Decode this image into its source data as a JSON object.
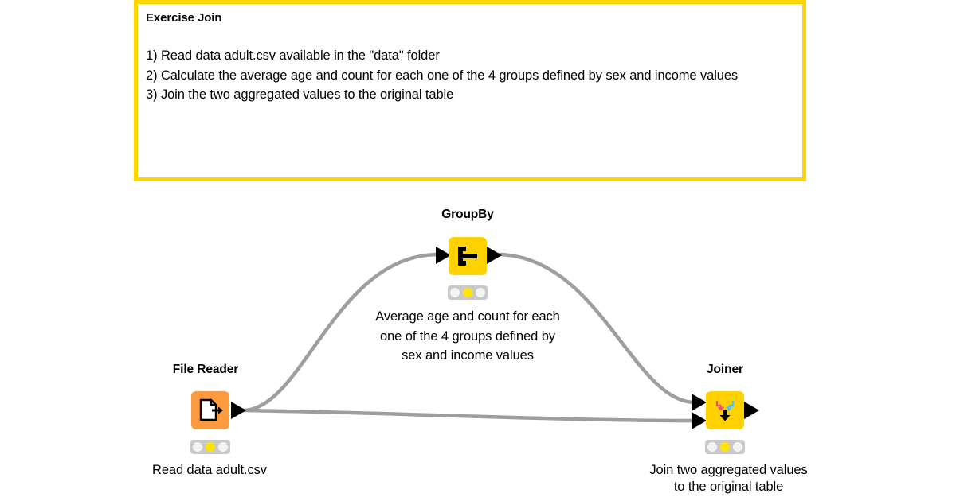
{
  "annotation": {
    "title": "Exercise Join",
    "lines": [
      "1) Read data adult.csv available in the \"data\" folder",
      "2) Calculate the average age and count for each one of the 4 groups defined by sex and income values",
      "3) Join the two aggregated values to the original table"
    ],
    "border_color": "#FFD500"
  },
  "mid_annotation": {
    "text": "Average age and count for each\none of the 4 groups defined by\nsex and income values"
  },
  "nodes": [
    {
      "id": "file-reader",
      "title": "File Reader",
      "label": "Read data adult.csv",
      "icon": "file-export-icon",
      "color": "#FD9A3F",
      "status": [
        "off",
        "on",
        "off"
      ],
      "inputs": 0,
      "outputs": 1
    },
    {
      "id": "groupby",
      "title": "GroupBy",
      "label": "",
      "icon": "group-by-icon",
      "color": "#FFD100",
      "status": [
        "off",
        "on",
        "off"
      ],
      "inputs": 1,
      "outputs": 1
    },
    {
      "id": "joiner",
      "title": "Joiner",
      "label": "Join two aggregated values\nto the original table",
      "icon": "joiner-arrows-icon",
      "color": "#FFD100",
      "status": [
        "off",
        "on",
        "off"
      ],
      "inputs": 2,
      "outputs": 1
    }
  ],
  "connections": [
    {
      "from": "file-reader",
      "to": "groupby",
      "port": 1
    },
    {
      "from": "file-reader",
      "to": "joiner",
      "port": 2
    },
    {
      "from": "groupby",
      "to": "joiner",
      "port": 1
    }
  ],
  "colors": {
    "edge": "#9e9e9e",
    "port": "#000000",
    "canvas": "#ffffff",
    "status_bar": "#c9c9c9",
    "status_led_off": "#f4f4f4",
    "status_led_on": "#FFE500"
  }
}
